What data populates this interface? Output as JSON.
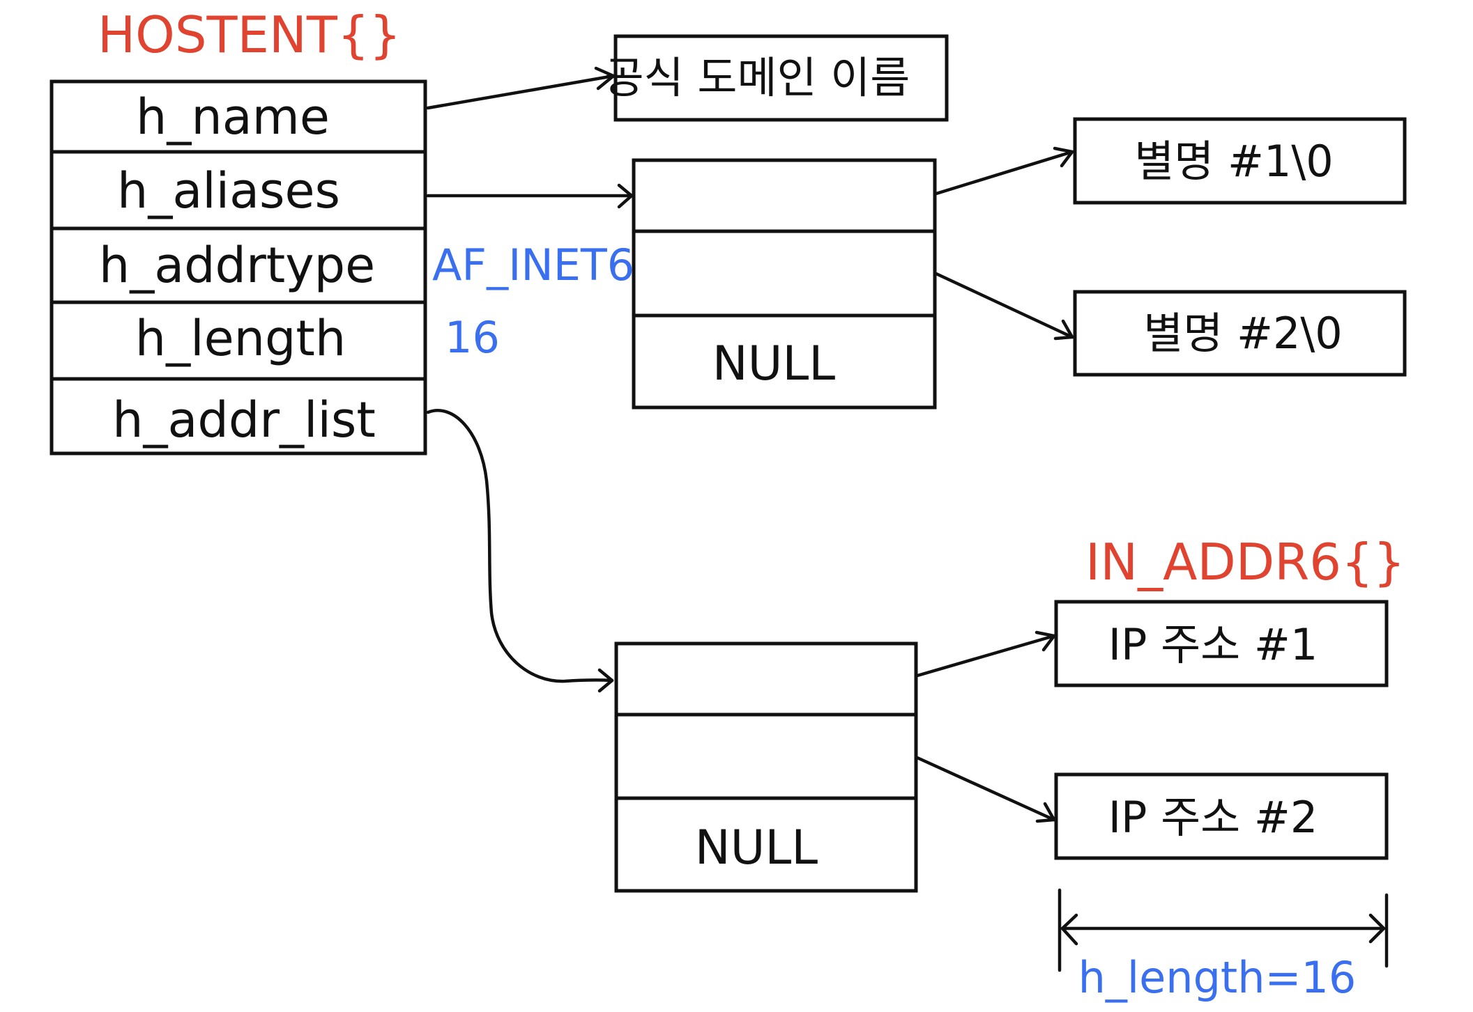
{
  "colors": {
    "struct_title": "#e0432f",
    "annotation": "#3a6ff0",
    "ink": "#111111"
  },
  "hostent": {
    "title": "HOSTENT{}",
    "fields": [
      "h_name",
      "h_aliases",
      "h_addrtype",
      "h_length",
      "h_addr_list"
    ]
  },
  "annotations": {
    "addrtype_value": "AF_INET6",
    "length_value": "16"
  },
  "official_name": {
    "label": "공식 도메인 이름"
  },
  "aliases_array": {
    "null_label": "NULL"
  },
  "aliases": [
    "별명 #1\\0",
    "별명 #2\\0"
  ],
  "addr_list_array": {
    "null_label": "NULL"
  },
  "in_addr6": {
    "title": "IN_ADDR6{}",
    "items": [
      "IP 주소 #1",
      "IP 주소 #2"
    ]
  },
  "dimension": {
    "label": "h_length=16"
  }
}
